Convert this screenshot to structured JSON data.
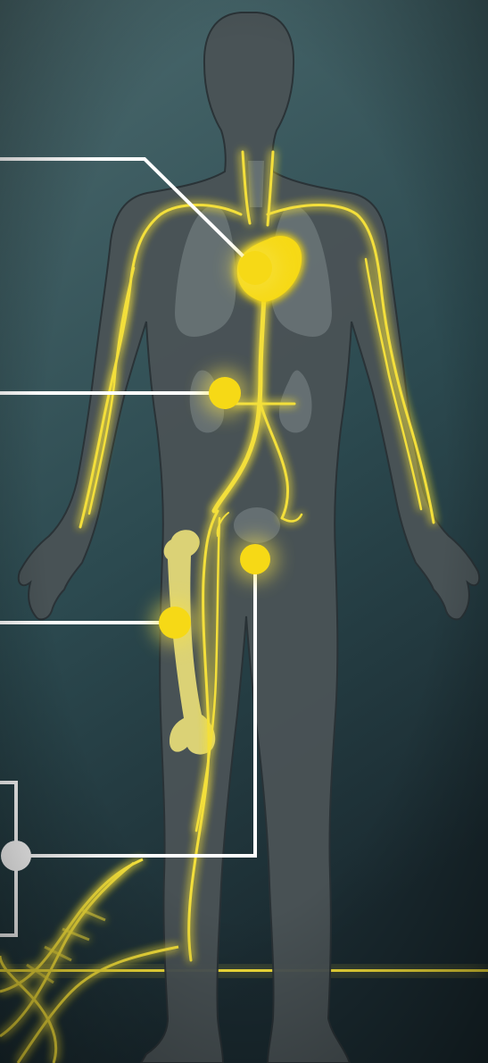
{
  "scene": {
    "subject": "human-body-silhouette",
    "theme": {
      "background_top": "#4b6a6e",
      "background_mid": "#2c4a50",
      "background_bottom": "#1a2a30",
      "body_fill": "#4a5356",
      "body_stroke": "#2a3236",
      "organ_fill": "#6f7a7c",
      "glow_color": "#f7e24a",
      "vessel_color": "#f3df3a",
      "marker_color": "#f6d916",
      "callout_line_color": "#ffffff",
      "bone_color": "#e8dd7a"
    },
    "markers": [
      {
        "name": "heart-marker"
      },
      {
        "name": "kidney-marker"
      },
      {
        "name": "pelvis-marker"
      },
      {
        "name": "femur-marker"
      },
      {
        "name": "leg-callout-node"
      }
    ]
  }
}
